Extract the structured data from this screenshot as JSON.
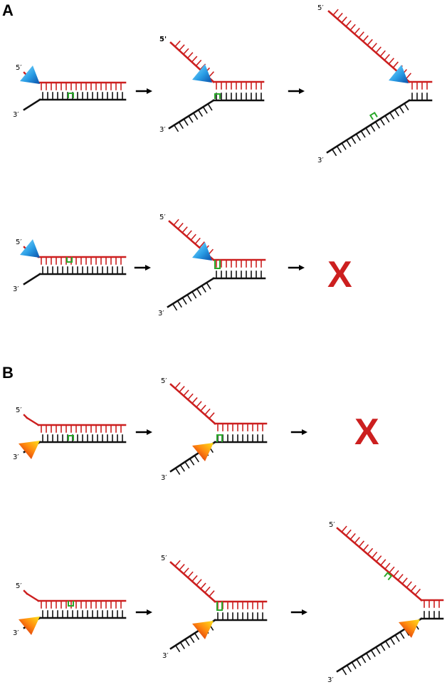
{
  "panels": [
    {
      "id": "A",
      "label": "A"
    },
    {
      "id": "B",
      "label": "B"
    }
  ],
  "labels": {
    "five_prime": "5′",
    "three_prime": "3′",
    "blocked": "X"
  },
  "colors": {
    "top_strand": "#cc1f1f",
    "bottom_strand": "#111111",
    "lesion": "#2aa82a",
    "blocked": "#cc1f1f",
    "helicase_5to3_light": "#7fdcff",
    "helicase_5to3_dark": "#0a5fb8",
    "helicase_3to5_light": "#ffd21a",
    "helicase_3to5_dark": "#d81010"
  }
}
